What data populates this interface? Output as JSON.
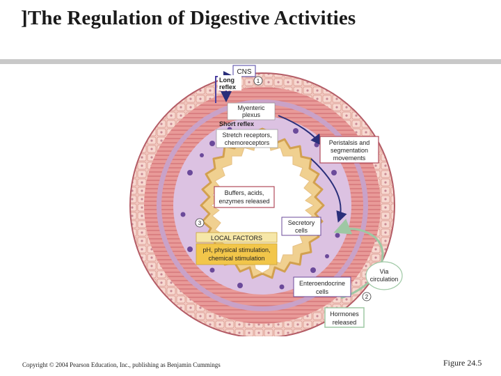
{
  "title": "]The Regulation of Digestive Activities",
  "copyright": "Copyright © 2004 Pearson Education, Inc., publishing as Benjamin Cummings",
  "figure_label": "Figure 24.5",
  "diagram": {
    "cns": "CNS",
    "long_reflex_1": "Long",
    "long_reflex_2": "reflex",
    "step1": "1",
    "myenteric_1": "Myenteric",
    "myenteric_2": "plexus",
    "short_reflex": "Short reflex",
    "stretch_1": "Stretch receptors,",
    "stretch_2": "chemoreceptors",
    "peristalsis_1": "Peristalsis and",
    "peristalsis_2": "segmentation",
    "peristalsis_3": "movements",
    "buffers_1": "Buffers, acids,",
    "buffers_2": "enzymes released",
    "step3": "3",
    "secretory_1": "Secretory",
    "secretory_2": "cells",
    "local_factors": "LOCAL FACTORS",
    "local_1": "pH, physical stimulation,",
    "local_2": "chemical stimulation",
    "via_1": "Via",
    "via_2": "circulation",
    "entero_1": "Enteroendocrine",
    "entero_2": "cells",
    "step2": "2",
    "hormones_1": "Hormones",
    "hormones_2": "released"
  }
}
